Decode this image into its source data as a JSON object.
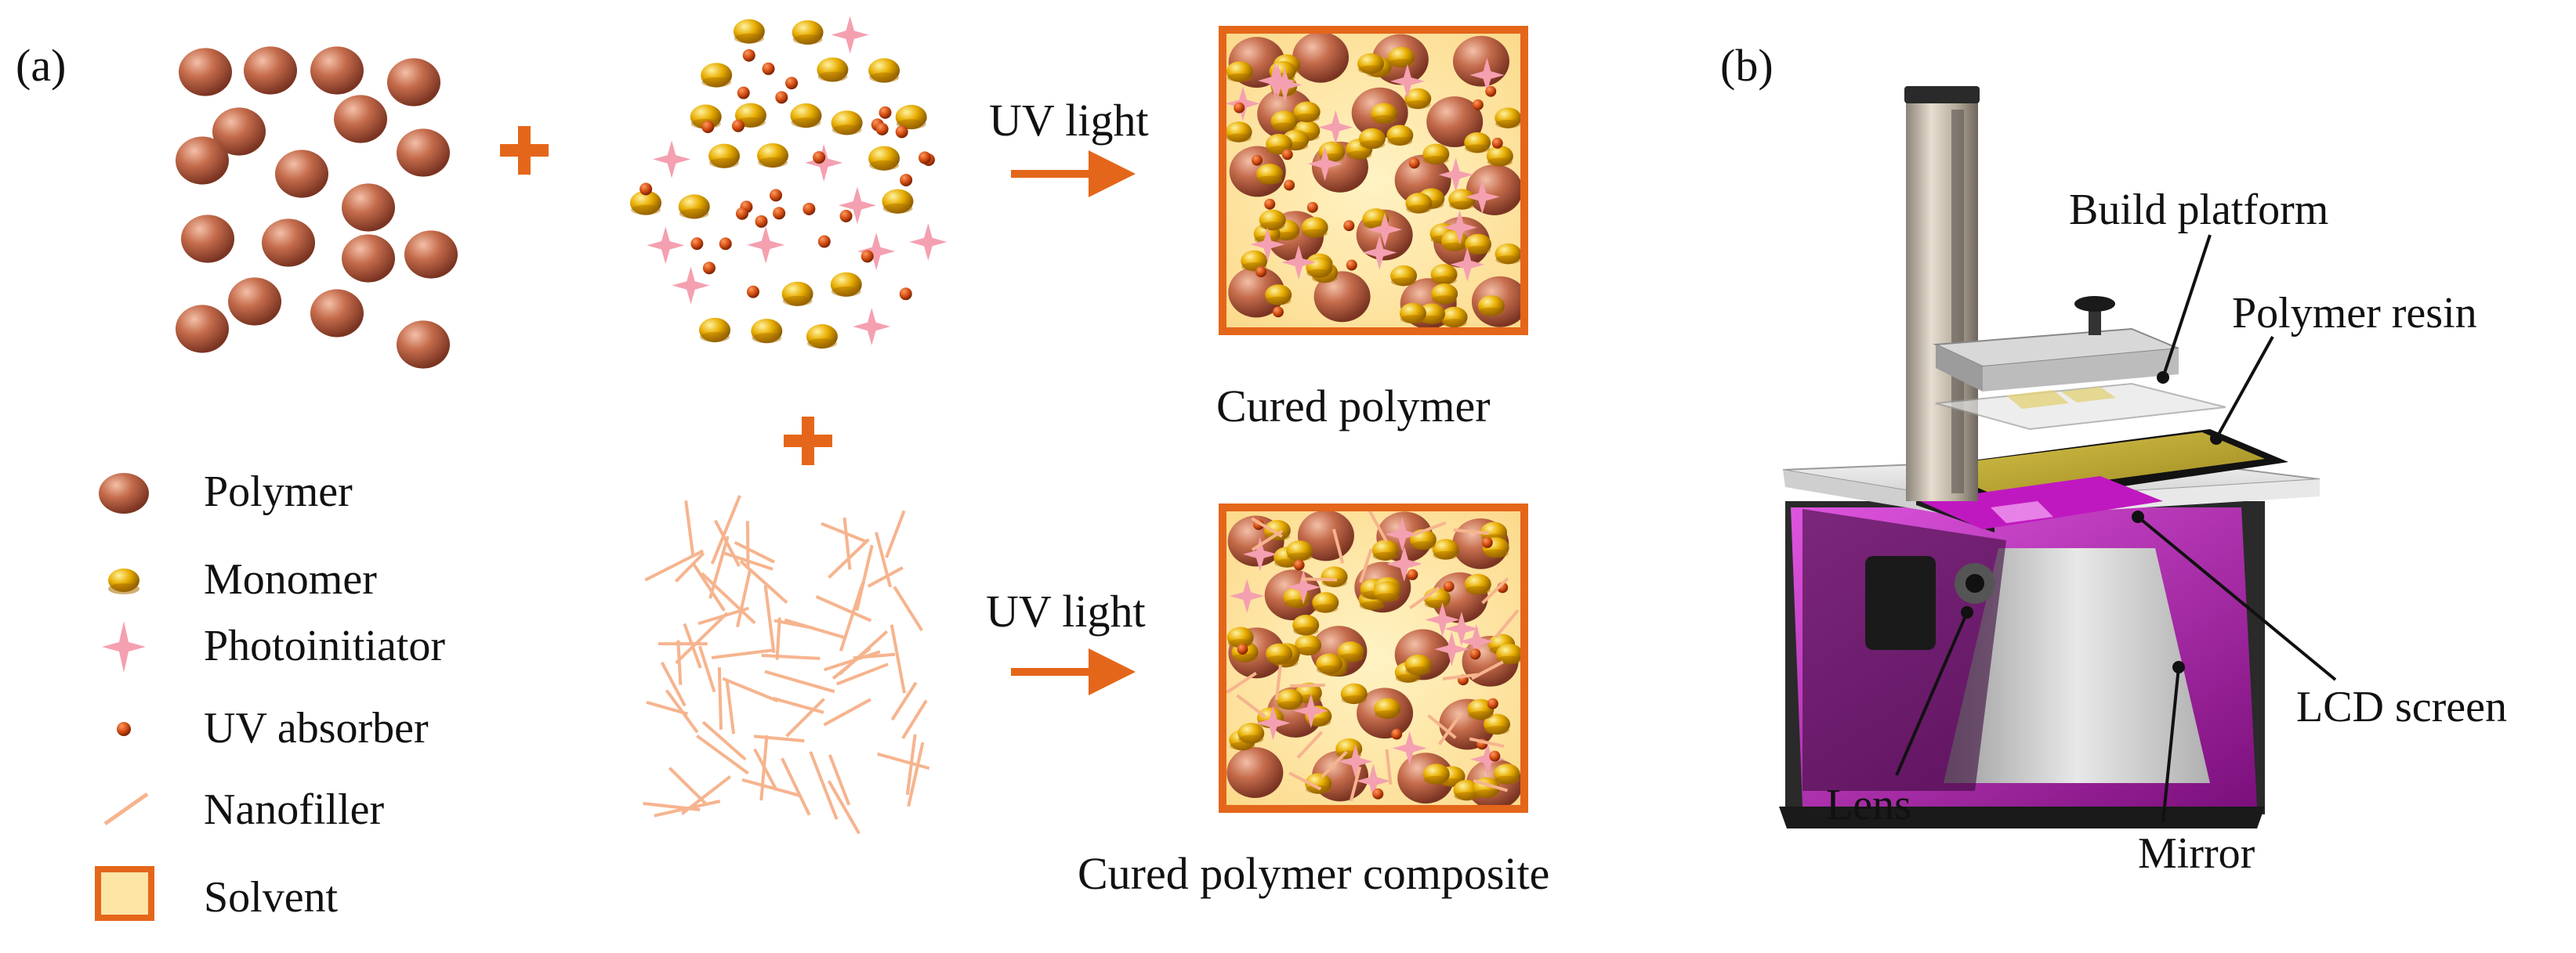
{
  "figure": {
    "panel_a_label": "(a)",
    "panel_b_label": "(b)"
  },
  "legend": [
    {
      "key": "polymer",
      "label": "Polymer"
    },
    {
      "key": "monomer",
      "label": "Monomer"
    },
    {
      "key": "photoinitiator",
      "label": "Photoinitiator"
    },
    {
      "key": "uv_absorber",
      "label": "UV absorber"
    },
    {
      "key": "nanofiller",
      "label": "Nanofiller"
    },
    {
      "key": "solvent",
      "label": "Solvent"
    }
  ],
  "process": {
    "uv_label_top": "UV light",
    "uv_label_bottom": "UV light",
    "caption_top": "Cured polymer",
    "caption_bottom": "Cured polymer composite"
  },
  "printer": {
    "build_platform": "Build platform",
    "polymer_resin": "Polymer resin",
    "lcd_screen": "LCD screen",
    "lens": "Lens",
    "mirror": "Mirror"
  },
  "colors": {
    "polymer": "#c0684a",
    "monomer": "#e0a800",
    "photoinitiator": "#f4a0b0",
    "uv_absorber": "#d04a10",
    "nanofiller": "#f6b48e",
    "solvent_fill": "#fde5a6",
    "solvent_border": "#e4661a",
    "arrow": "#e4661a",
    "printer_glow": "#d61fd6"
  }
}
